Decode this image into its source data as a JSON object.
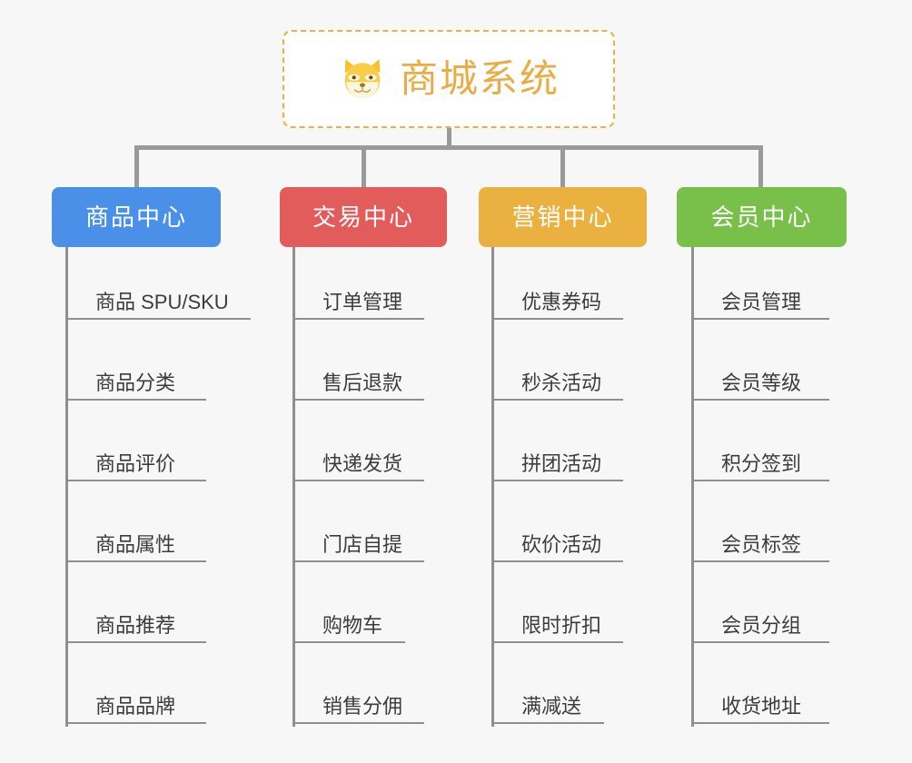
{
  "background_color": "#f7f7f7",
  "root": {
    "title": "商城系统",
    "logo_icon": "shiba-dog-face-icon",
    "border_color": "#f0b040",
    "text_color": "#e8ad43",
    "background_color": "#ffffff"
  },
  "connector_color": "#9a9a9a",
  "columns": [
    {
      "id": "product-center",
      "label": "商品中心",
      "color": "#4a90e8",
      "items": [
        "商品 SPU/SKU",
        "商品分类",
        "商品评价",
        "商品属性",
        "商品推荐",
        "商品品牌"
      ]
    },
    {
      "id": "trade-center",
      "label": "交易中心",
      "color": "#e35c5c",
      "items": [
        "订单管理",
        "售后退款",
        "快递发货",
        "门店自提",
        "购物车",
        "销售分佣"
      ]
    },
    {
      "id": "marketing-center",
      "label": "营销中心",
      "color": "#eab040",
      "items": [
        "优惠券码",
        "秒杀活动",
        "拼团活动",
        "砍价活动",
        "限时折扣",
        "满减送"
      ]
    },
    {
      "id": "member-center",
      "label": "会员中心",
      "color": "#79c04a",
      "items": [
        "会员管理",
        "会员等级",
        "积分签到",
        "会员标签",
        "会员分组",
        "收货地址"
      ]
    }
  ]
}
